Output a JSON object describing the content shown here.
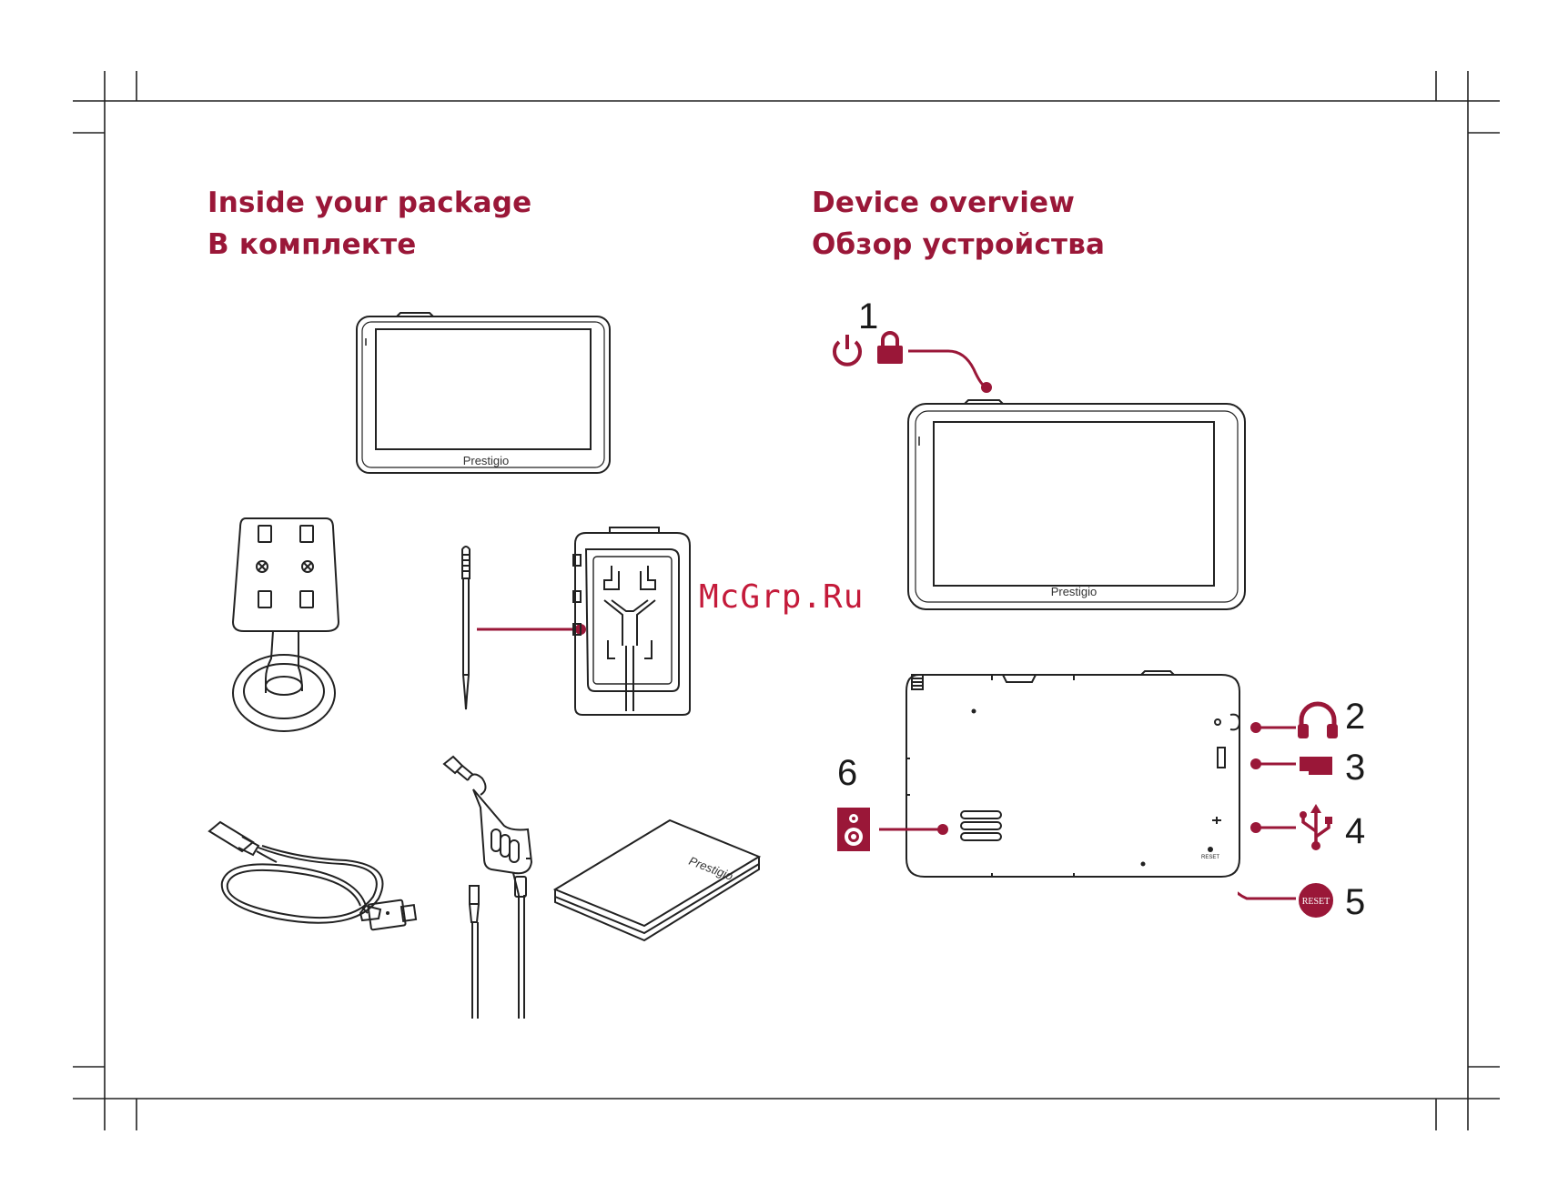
{
  "package": {
    "title_en": "Inside your package",
    "title_ru": "В комплекте"
  },
  "overview": {
    "title_en": "Device overview",
    "title_ru": "Обзор устройства",
    "callouts": [
      {
        "number": "1",
        "icon": "power-lock-icon"
      },
      {
        "number": "2",
        "icon": "headphones-icon"
      },
      {
        "number": "3",
        "icon": "memory-card-icon"
      },
      {
        "number": "4",
        "icon": "usb-icon"
      },
      {
        "number": "5",
        "icon": "reset-icon"
      },
      {
        "number": "6",
        "icon": "speaker-icon"
      }
    ],
    "reset_badge": "RESET"
  },
  "device": {
    "brand": "Prestigio"
  },
  "manual": {
    "brand": "Prestigio"
  },
  "watermark": "McGrp.Ru",
  "colors": {
    "accent": "#9a1738",
    "line": "#1a1a1a"
  }
}
